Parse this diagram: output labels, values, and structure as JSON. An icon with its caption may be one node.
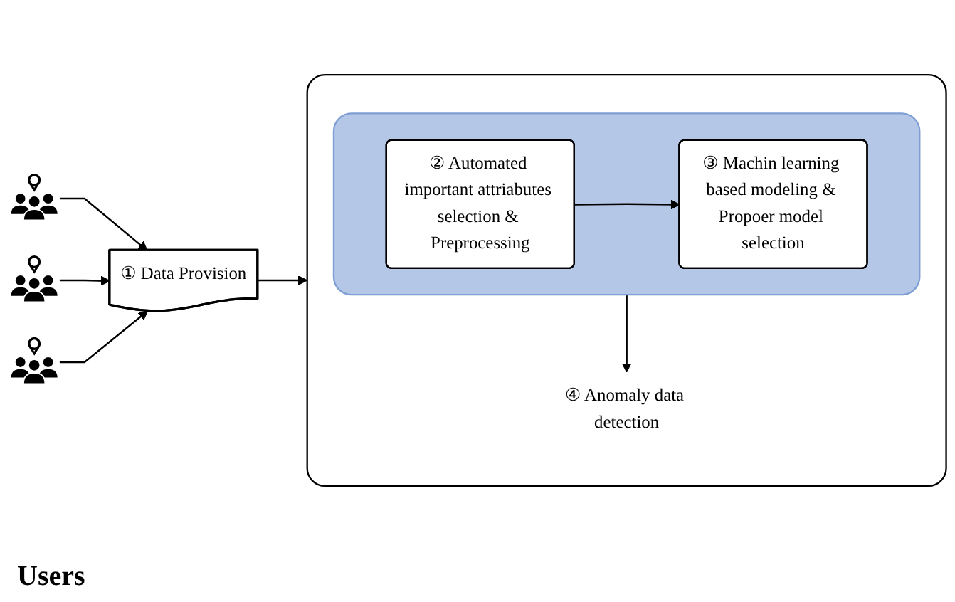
{
  "diagram": {
    "nodes": [
      {
        "text": [],
        "shape": "person"
      },
      {
        "text": [],
        "shape": "person"
      },
      {
        "text": [],
        "shape": "person"
      },
      {
        "text": [
          "① Data Provision"
        ]
      },
      {
        "text": [],
        "shape": "box"
      },
      {
        "text": [],
        "shape": "box",
        "in": 4
      },
      {
        "text": [
          "② Automated important attriabutes selection & Preprocessing"
        ],
        "in": 5
      },
      {
        "text": [
          "③ Machin learning based modeling & Propoer model selection"
        ],
        "in": 5
      },
      {
        "text": [
          "④ Anomaly data detection"
        ],
        "in": 4
      }
    ],
    "edges": [
      {
        "from": 0,
        "to": 3,
        "arrow": "to"
      },
      {
        "from": 1,
        "to": 3,
        "arrow": "to"
      },
      {
        "from": 2,
        "to": 3,
        "arrow": "to"
      },
      {
        "from": 3,
        "to": 4,
        "arrow": "to"
      },
      {
        "from": 6,
        "to": 7,
        "arrow": "to"
      },
      {
        "from": 5,
        "to": 8,
        "arrow": "to"
      }
    ],
    "labels": [
      "Users"
    ]
  }
}
